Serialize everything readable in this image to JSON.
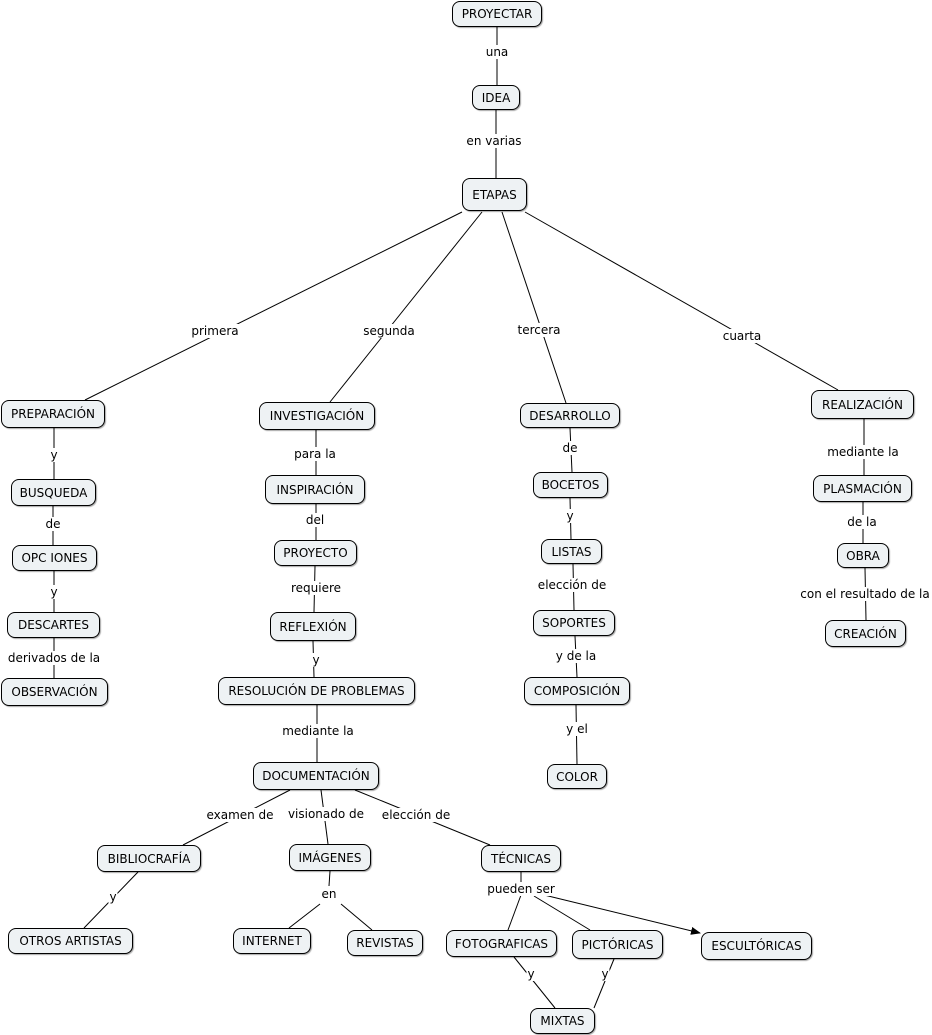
{
  "nodes": {
    "proyectar": "PROYECTAR",
    "idea": "IDEA",
    "etapas": "ETAPAS",
    "preparacion": "PREPARACIÓN",
    "busqueda": "BUSQUEDA",
    "opciones": "OPC IONES",
    "descartes": "DESCARTES",
    "observacion": "OBSERVACIÓN",
    "investigacion": "INVESTIGACIÓN",
    "inspiracion": "INSPIRACIÓN",
    "proyecto": "PROYECTO",
    "reflexion": "REFLEXIÓN",
    "resolucion": "RESOLUCIÓN DE PROBLEMAS",
    "documentacion": "DOCUMENTACIÓN",
    "bibliografia": "BIBLIOCRAFÍA",
    "otros_artistas": "OTROS ARTISTAS",
    "imagenes": "IMÁGENES",
    "internet": "INTERNET",
    "revistas": "REVISTAS",
    "tecnicas": "TÉCNICAS",
    "fotograficas": "FOTOGRAFICAS",
    "pictoricas": "PICTÓRICAS",
    "escultoricas": "ESCULTÓRICAS",
    "mixtas": "MIXTAS",
    "desarrollo": "DESARROLLO",
    "bocetos": "BOCETOS",
    "listas": "LISTAS",
    "soportes": "SOPORTES",
    "composicion": "COMPOSICIÓN",
    "color": "COLOR",
    "realizacion": "REALIZACIÓN",
    "plasmacion": "PLASMACIÓN",
    "obra": "OBRA",
    "creacion": "CREACIÓN"
  },
  "links": {
    "una": "una",
    "en_varias": "en varias",
    "primera": "primera",
    "segunda": "segunda",
    "tercera": "tercera",
    "cuarta": "cuarta",
    "prep_y": "y",
    "busq_de": "de",
    "opc_y": "y",
    "derivados": "derivados de la",
    "para_la": "para la",
    "del": "del",
    "requiere": "requiere",
    "refl_y": "y",
    "mediante_la_doc": "mediante la",
    "examen_de": "examen de",
    "visionado_de": "visionado de",
    "eleccion_de_tec": "elección de",
    "bib_y": "y",
    "img_en": "en",
    "pueden_ser": "pueden ser",
    "foto_y": "y",
    "pict_y": "y",
    "des_de": "de",
    "boc_y": "y",
    "eleccion_de_sop": "elección de",
    "y_de_la": "y de la",
    "y_el": "y el",
    "mediante_la_pla": "mediante la",
    "de_la": "de la",
    "con_el_resultado": "con el resultado de la"
  }
}
